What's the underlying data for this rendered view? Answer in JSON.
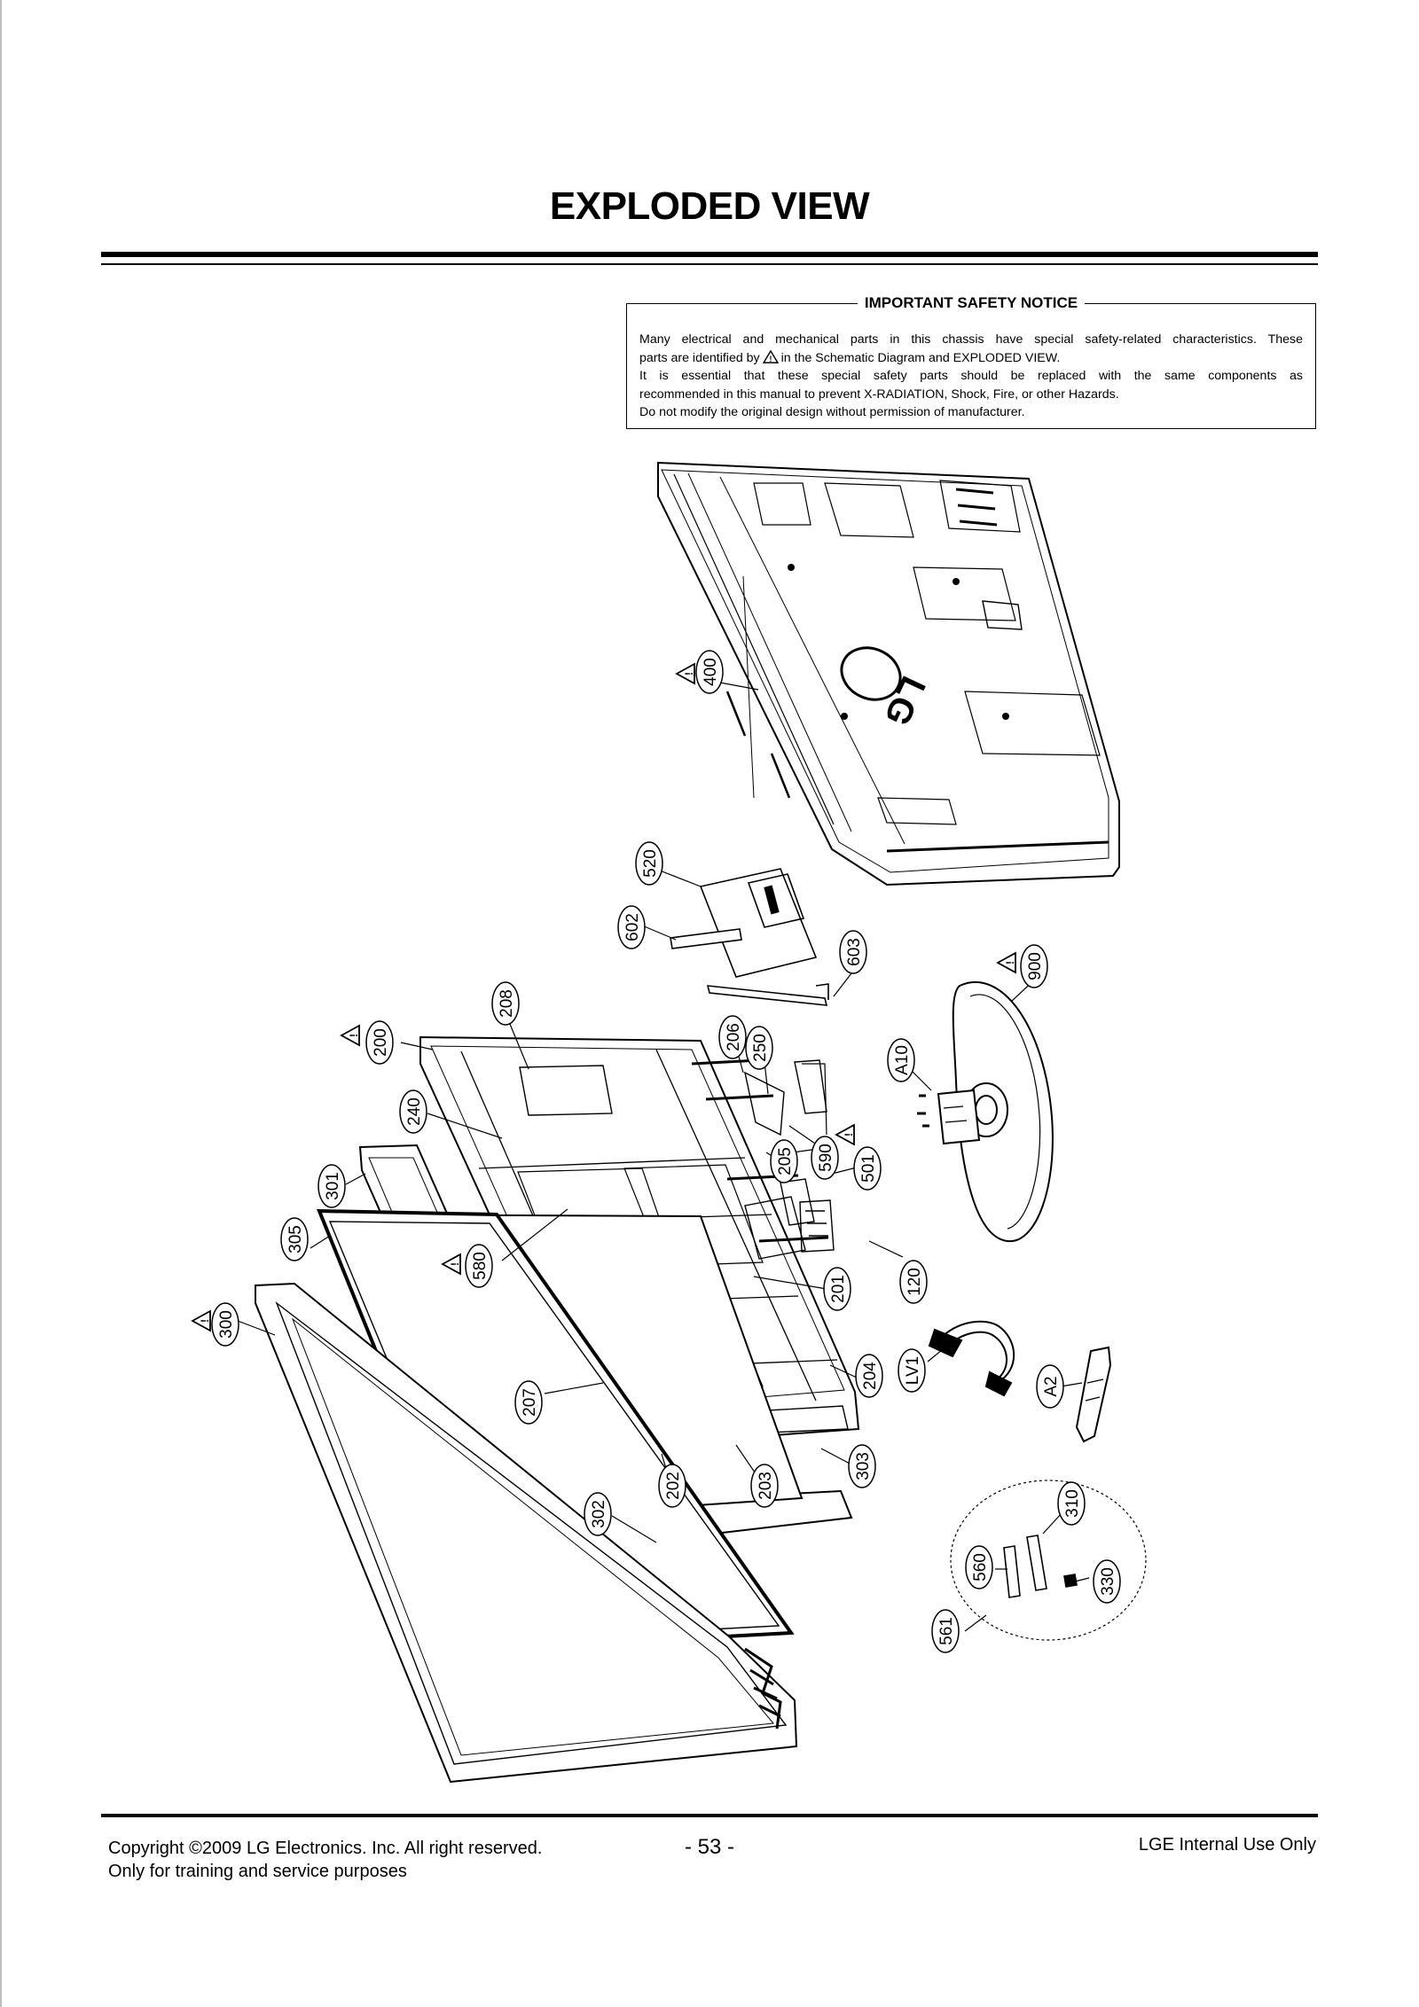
{
  "page": {
    "title": "EXPLODED VIEW",
    "page_number": "- 53 -"
  },
  "notice": {
    "title": "IMPORTANT SAFETY NOTICE",
    "line1": "Many electrical and mechanical parts in this chassis have special safety-related characteristics. These",
    "line2_a": "parts are identified by",
    "line2_b": "in the Schematic Diagram and EXPLODED VIEW.",
    "line3": "It is essential that these special safety parts should be replaced with the same components as",
    "line4": "recommended in this manual to prevent X-RADIATION, Shock, Fire, or other Hazards.",
    "line5": "Do not modify the original design without permission of manufacturer."
  },
  "diagram": {
    "back_cover_logo": "LG",
    "part_labels": [
      "400",
      "520",
      "602",
      "603",
      "900",
      "A10",
      "208",
      "206",
      "250",
      "200",
      "240",
      "205",
      "590",
      "501",
      "301",
      "305",
      "580",
      "201",
      "120",
      "300",
      "207",
      "204",
      "LV1",
      "A2",
      "202",
      "203",
      "303",
      "302",
      "310",
      "560",
      "330",
      "561"
    ]
  },
  "footer": {
    "copyright": "Copyright ©2009 LG Electronics. Inc. All right reserved.",
    "purpose": "Only for training and service purposes",
    "internal": "LGE Internal Use Only"
  }
}
